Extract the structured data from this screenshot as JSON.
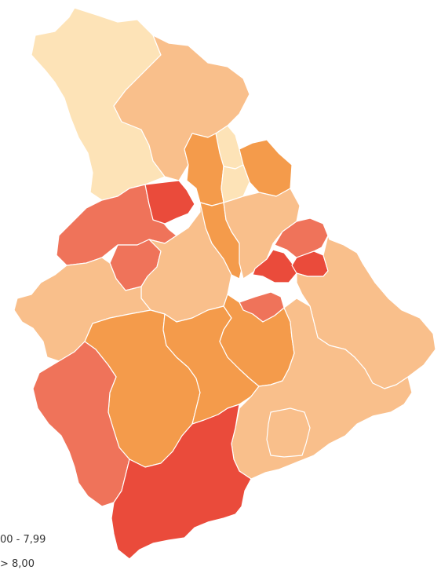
{
  "colors": {
    "very_light": "#fde3b7",
    "light": "#f9bf8b",
    "medium": "#f49b4b",
    "coral": "#ef735a",
    "red": "#ea4b3b",
    "border": "#ffffff"
  },
  "regions": [
    {
      "name": "northwest-district",
      "fill": "very_light"
    },
    {
      "name": "north-district",
      "fill": "light"
    },
    {
      "name": "northeast-narrow-district",
      "fill": "very_light"
    },
    {
      "name": "central-north-district",
      "fill": "medium"
    },
    {
      "name": "east-north-district",
      "fill": "medium"
    },
    {
      "name": "small-east-district",
      "fill": "very_light"
    },
    {
      "name": "west-upper-district",
      "fill": "coral"
    },
    {
      "name": "red-enclave-west",
      "fill": "red"
    },
    {
      "name": "west-middle-district",
      "fill": "coral"
    },
    {
      "name": "central-district",
      "fill": "light"
    },
    {
      "name": "central-spine-district",
      "fill": "medium"
    },
    {
      "name": "east-central-district",
      "fill": "light"
    },
    {
      "name": "coral-east-district",
      "fill": "coral"
    },
    {
      "name": "red-enclave-east-a",
      "fill": "red"
    },
    {
      "name": "red-enclave-east-b",
      "fill": "red"
    },
    {
      "name": "west-lower-district",
      "fill": "light"
    },
    {
      "name": "small-coral-district",
      "fill": "coral"
    },
    {
      "name": "far-east-district",
      "fill": "light"
    },
    {
      "name": "south-central-west",
      "fill": "medium"
    },
    {
      "name": "south-central-middle",
      "fill": "medium"
    },
    {
      "name": "south-central-east",
      "fill": "medium"
    },
    {
      "name": "southwest-district",
      "fill": "coral"
    },
    {
      "name": "southeast-district",
      "fill": "light"
    },
    {
      "name": "southeast-inner-district",
      "fill": "light"
    },
    {
      "name": "south-district",
      "fill": "red"
    }
  ],
  "legend": {
    "item1": "00 - 7,99",
    "item2": "> 8,00"
  }
}
